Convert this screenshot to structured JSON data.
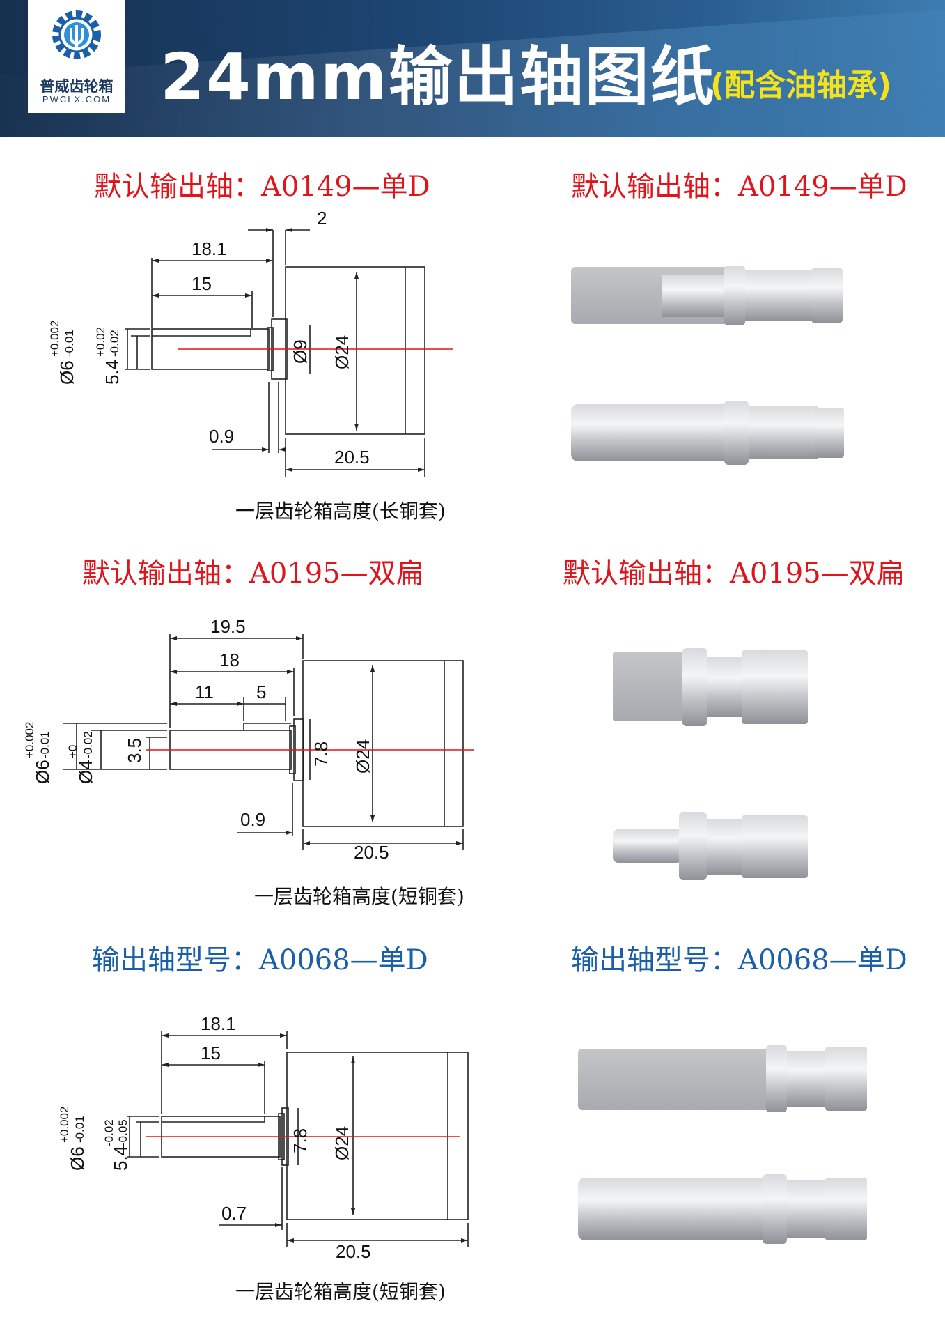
{
  "header": {
    "logo_cn": "普威齿轮箱",
    "logo_en": "PWCLX.COM",
    "title": "24mm输出轴图纸",
    "subtitle": "(配含油轴承)"
  },
  "sections": [
    {
      "left_title": "默认输出轴：A0149—单D",
      "right_title": "默认输出轴：A0149—单D",
      "caption": "一层齿轮箱高度(长铜套)",
      "dims": {
        "d1": "2",
        "d2": "18.1",
        "d3": "15",
        "d4": "0.9",
        "d5": "20.5",
        "dia_main": "Ø6",
        "dia_main_tol_up": "+0.002",
        "dia_main_tol_low": "-0.01",
        "flat": "5.4",
        "flat_tol_up": "+0.02",
        "flat_tol_low": "-0.02",
        "hub": "Ø9",
        "body": "Ø24"
      }
    },
    {
      "left_title": "默认输出轴：A0195—双扁",
      "right_title": "默认输出轴：A0195—双扁",
      "caption": "一层齿轮箱高度(短铜套)",
      "dims": {
        "d1": "19.5",
        "d2": "18",
        "d3": "11",
        "d3b": "5",
        "d4": "0.9",
        "d5": "20.5",
        "dia_main": "Ø6",
        "dia_main_tol_up": "+0.002",
        "dia_main_tol_low": "-0.01",
        "dia_small": "Ø4",
        "dia_small_tol_up": "+0",
        "dia_small_tol_low": "-0.02",
        "flat": "3.5",
        "hub": "7.8",
        "body": "Ø24"
      }
    },
    {
      "left_title": "输出轴型号：A0068—单D",
      "right_title": "输出轴型号：A0068—单D",
      "caption": "一层齿轮箱高度(短铜套)",
      "dims": {
        "d2": "18.1",
        "d3": "15",
        "d4": "0.7",
        "d5": "20.5",
        "dia_main": "Ø6",
        "dia_main_tol_up": "+0.002",
        "dia_main_tol_low": "-0.01",
        "flat": "5.4",
        "flat_tol_up": "-0.02",
        "flat_tol_low": "-0.05",
        "hub": "7.8",
        "body": "Ø24"
      }
    }
  ],
  "colors": {
    "title_red": "#e0141b",
    "title_blue": "#1a5fa8",
    "subtitle_yellow": "#f3e21c",
    "center_line": "#e0141b"
  }
}
